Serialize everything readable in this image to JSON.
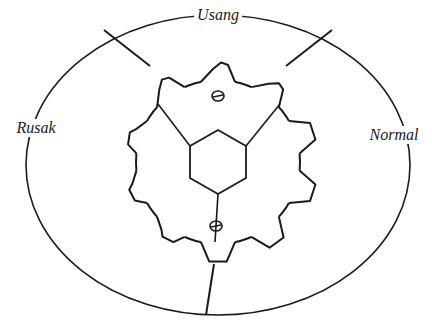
{
  "diagram": {
    "labels": [
      "Usang",
      "Rusak",
      "Normal"
    ]
  }
}
